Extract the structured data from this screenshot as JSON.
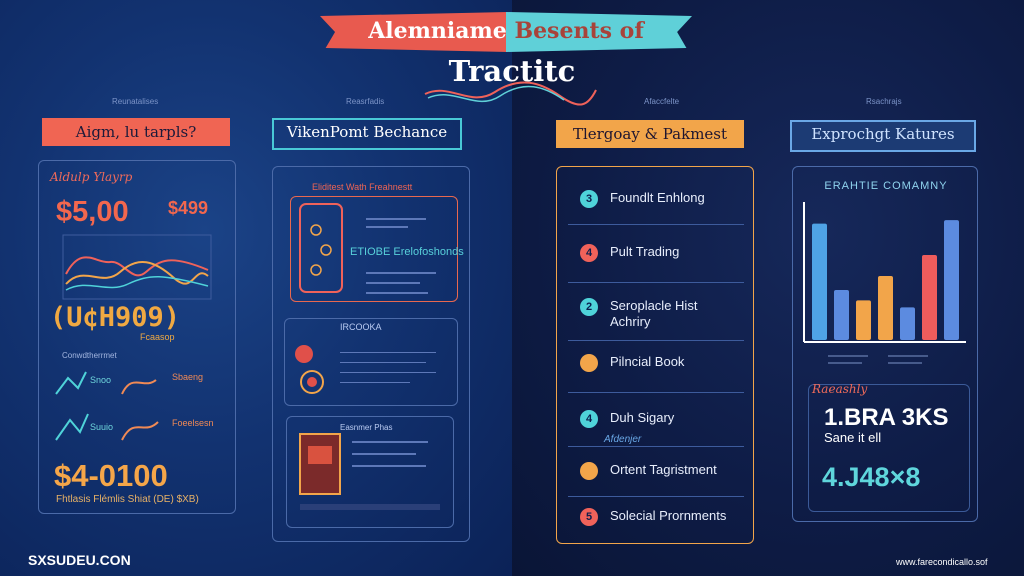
{
  "banner": {
    "part1": "Alemniame",
    "part2": "Besents of",
    "subtitle": "Tractitc"
  },
  "small_heads": [
    "Reunatalises",
    "Reasrfadis",
    "Afaccfelte",
    "Rsachrajs"
  ],
  "columns": [
    {
      "header": "Aigm, lu tarpls?"
    },
    {
      "header": "VikenPomt Bechance"
    },
    {
      "header": "Tlergoay & Pakmest"
    },
    {
      "header": "Exprochgt Katures"
    }
  ],
  "col1": {
    "scribble": "Aldulp Ylayrp",
    "price1": "$5,00",
    "price2": "$499",
    "code": "(U¢H909)",
    "code_sub": "Fcaasop",
    "label": "Conwdtherrmet",
    "mini_labels": [
      "Snoo",
      "Sbaeng",
      "Suuio",
      "Foeelsesn"
    ],
    "price3": "$4-0100",
    "footer": "Fhtlasis Flémlis Shiat (DE) $XB)"
  },
  "col2": {
    "panel1_title": "Eliditest Wath Freahnestt",
    "panel1_text": "ETIOBE Erelofoshonds",
    "panel2_title": "IRCOOKA",
    "panel3_title": "Easnmer Phas"
  },
  "col3": {
    "items": [
      {
        "num": "3",
        "label": "Foundlt Enhlong",
        "color": "#4fd3d9"
      },
      {
        "num": "4",
        "label": "Pult Trading",
        "color": "#f0625a"
      },
      {
        "num": "2",
        "label": "Seroplacle Hist Achriry",
        "color": "#4fd3d9"
      },
      {
        "num": "",
        "label": "Pilncial Book",
        "color": "#f2a54a"
      },
      {
        "num": "4",
        "label": "Duh Sigary",
        "color": "#4fd3d9"
      },
      {
        "num": "",
        "label": "Ortent Tagristment",
        "color": "#f2a54a"
      },
      {
        "num": "5",
        "label": "Solecial Prornments",
        "color": "#f0625a"
      }
    ],
    "scribble": "Afdenjer"
  },
  "col4": {
    "title": "ERAHTIE COMAMNY",
    "scribble": "Raeashly",
    "big1": "1.BRA 3KS",
    "sub": "Sane it ell",
    "big2": "4.J48×8"
  },
  "chart_data": {
    "type": "bar",
    "title": "",
    "categories": [
      "",
      "",
      "",
      "",
      "",
      "",
      ""
    ],
    "values": [
      100,
      43,
      34,
      55,
      28,
      73,
      103
    ],
    "colors": [
      "#4fa3e6",
      "#5c8be0",
      "#f2a54a",
      "#f2a54a",
      "#5c8be0",
      "#ee5c5c",
      "#5c8be0"
    ],
    "ylim": [
      0,
      110
    ],
    "grid": false
  },
  "footer": {
    "logo": "SXSUDEU.CON",
    "url": "www.farecondicallo.sof"
  }
}
